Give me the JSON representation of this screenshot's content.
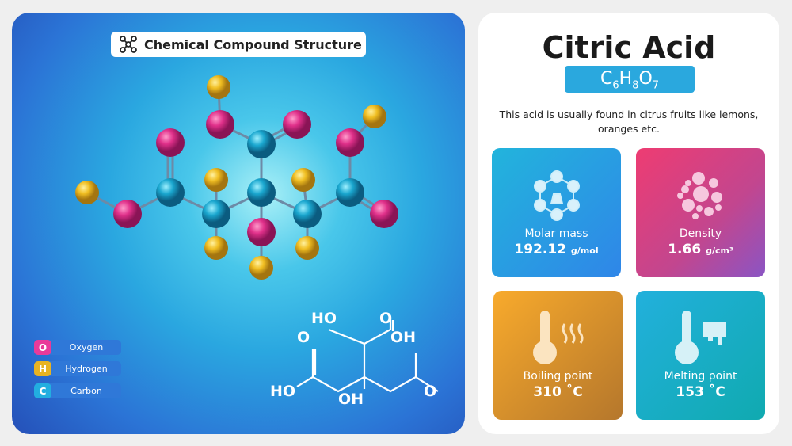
{
  "left_panel": {
    "title": "Chemical Compound Structure",
    "legend": [
      {
        "symbol": "O",
        "label": "Oxygen",
        "color": "#e93a9a"
      },
      {
        "symbol": "H",
        "label": "Hydrogen",
        "color": "#e8b322"
      },
      {
        "symbol": "C",
        "label": "Carbon",
        "color": "#22aee0"
      }
    ],
    "skeletal_labels": {
      "ho_top": "HO",
      "o_top": "O",
      "o_left": "O",
      "oh_right": "OH",
      "ho_bottom": "HO",
      "oh_bottom": "OH",
      "o_right": "O"
    }
  },
  "right_panel": {
    "name": "Citric Acid",
    "formula": {
      "c": "C",
      "c_n": "6",
      "h": "H",
      "h_n": "8",
      "o": "O",
      "o_n": "7"
    },
    "description": "This acid is usually found in citrus fruits like lemons, oranges etc.",
    "cards": [
      {
        "label": "Molar mass",
        "value": "192.12",
        "unit": "g/mol"
      },
      {
        "label": "Density",
        "value": "1.66",
        "unit": "g/cm³"
      },
      {
        "label": "Boiling point",
        "value": "310 ˚C",
        "unit": ""
      },
      {
        "label": "Melting point",
        "value": "153 ˚C",
        "unit": ""
      }
    ]
  }
}
